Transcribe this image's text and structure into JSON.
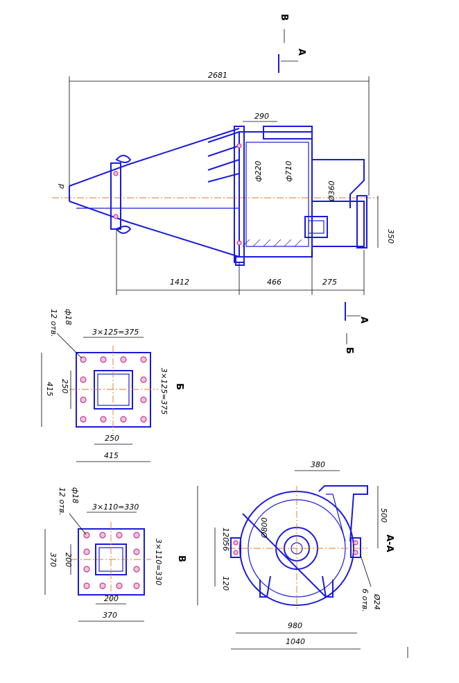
{
  "dims": {
    "overall_length": "2681",
    "flange_width": "290",
    "d220": "ф220",
    "d710": "ф710",
    "d360": "Ø360",
    "d_label": "d",
    "h350": "350",
    "len1412": "1412",
    "len466": "466",
    "len275": "275"
  },
  "section_marks": {
    "b_top": "В",
    "a_top": "А",
    "a_bottom": "А",
    "b_bottom": "Б",
    "flange_b": "Б",
    "flange_v": "В",
    "section_aa": "А-А"
  },
  "flange_b": {
    "holes": "12 отв.",
    "hole_d": "ф18",
    "spacing_top": "3×125=375",
    "spacing_side": "3×125=375",
    "outer_v": "415",
    "inner_v": "250",
    "inner_h": "250",
    "outer_h": "415"
  },
  "flange_v": {
    "holes": "12 отв.",
    "hole_d": "ф18",
    "spacing_top": "3×110=330",
    "spacing_side": "3×110=330",
    "outer_v": "370",
    "inner_v": "200",
    "inner_h": "200",
    "outer_h": "370"
  },
  "section_view": {
    "top_width": "380",
    "height500": "500",
    "d800": "Ø800",
    "d120a": "120",
    "d56": "56",
    "d120b": "120",
    "holes": "6 отв.",
    "hole_d": "Ø24",
    "w980": "980",
    "w1040": "1040"
  }
}
